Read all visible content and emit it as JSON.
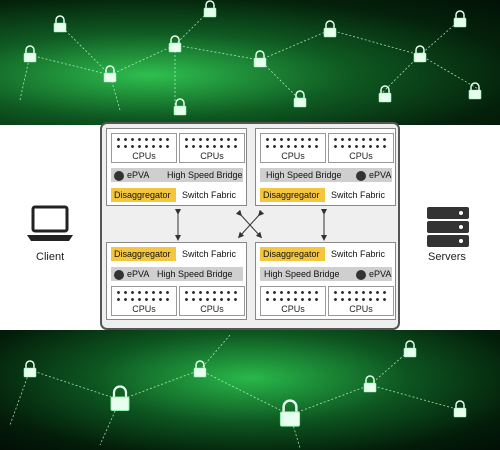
{
  "client_label": "Client",
  "servers_label": "Servers",
  "quadrants": [
    {
      "cpus": [
        "CPUs",
        "CPUs"
      ],
      "epva": "ePVA",
      "bridge": "High Speed Bridge",
      "disaggregator": "Disaggregator",
      "switch": "Switch Fabric"
    },
    {
      "cpus": [
        "CPUs",
        "CPUs"
      ],
      "epva": "ePVA",
      "bridge": "High Speed Bridge",
      "disaggregator": "Disaggregator",
      "switch": "Switch Fabric"
    },
    {
      "cpus": [
        "CPUs",
        "CPUs"
      ],
      "epva": "ePVA",
      "bridge": "High Speed Bridge",
      "disaggregator": "Disaggregator",
      "switch": "Switch Fabric"
    },
    {
      "cpus": [
        "CPUs",
        "CPUs"
      ],
      "epva": "ePVA",
      "bridge": "High Speed Bridge",
      "disaggregator": "Disaggregator",
      "switch": "Switch Fabric"
    }
  ],
  "colors": {
    "accent": "#f4c63d",
    "bridge_bar": "#cfcfcf",
    "background_green": "#1f9a3c"
  },
  "icons": [
    "padlock-icon",
    "laptop-icon",
    "server-rack-icon",
    "gear-icon",
    "arrow-icon"
  ]
}
